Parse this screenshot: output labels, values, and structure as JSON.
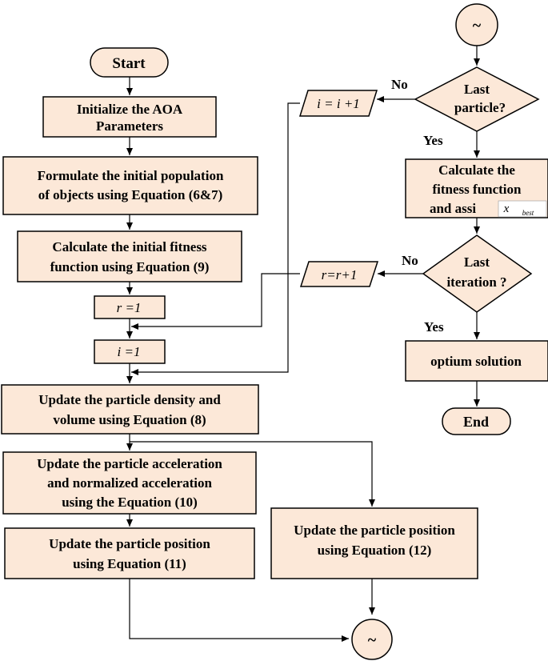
{
  "colors": {
    "node_fill": "#fce8d8",
    "stroke": "#000000",
    "background": "#ffffff"
  },
  "nodes": {
    "start": "Start",
    "init_aoa": [
      "Initialize the AOA",
      "Parameters"
    ],
    "formulate": [
      "Formulate the initial population",
      "of objects using Equation (6&7)"
    ],
    "calc_initial": [
      "Calculate the initial fitness",
      "function using Equation (9)"
    ],
    "r_init": "r =1",
    "i_init": "i =1",
    "update_density": [
      "Update the particle density and",
      "volume using Equation (8)"
    ],
    "update_accel": [
      "Update the particle acceleration",
      "and normalized acceleration",
      "using the Equation (10)"
    ],
    "update_pos11": [
      "Update the particle position",
      "using Equation (11)"
    ],
    "update_pos12": [
      "Update the particle position",
      "using Equation (12)"
    ],
    "connector_bottom": "~",
    "connector_top": "~",
    "last_particle": [
      "Last",
      "particle?"
    ],
    "i_incr": "i = i +1",
    "calc_fitness": [
      "Calculate the",
      "fitness function",
      "and assi"
    ],
    "x_best": "x",
    "x_best_sub": "best",
    "last_iteration": [
      "Last",
      "iteration ?"
    ],
    "r_incr": "r=r+1",
    "optimum": "optium solution",
    "end": "End"
  },
  "edge_labels": {
    "no_particle": "No",
    "yes_particle": "Yes",
    "no_iteration": "No",
    "yes_iteration": "Yes"
  }
}
